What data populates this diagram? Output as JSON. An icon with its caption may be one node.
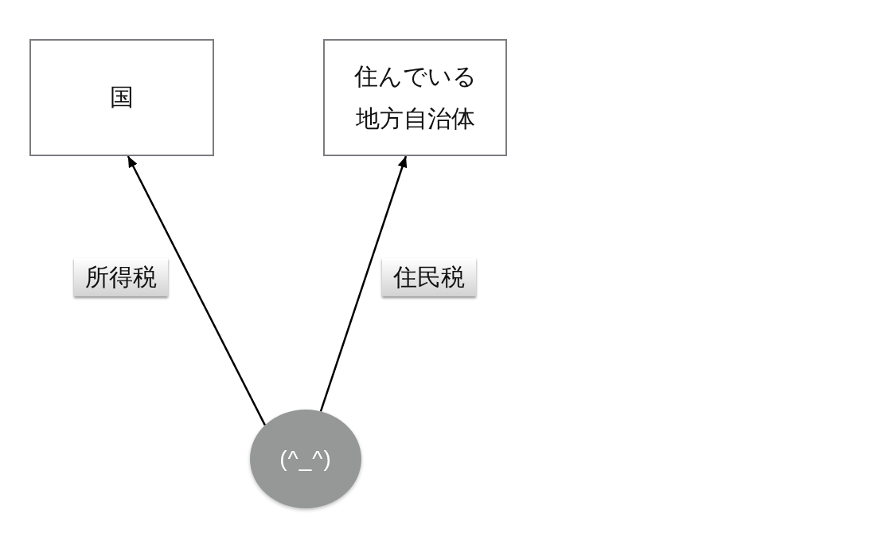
{
  "diagram": {
    "nodes": [
      {
        "text": [
          "国"
        ]
      },
      {
        "text": [
          "住んでいる地方自治体"
        ]
      },
      {
        "text": [
          "(^_^)"
        ]
      }
    ],
    "edges": [
      {
        "from": 2,
        "to": 0,
        "arrow": "to",
        "label": "所得税"
      },
      {
        "from": 2,
        "to": 1,
        "arrow": "to",
        "label": "住民税"
      }
    ]
  }
}
